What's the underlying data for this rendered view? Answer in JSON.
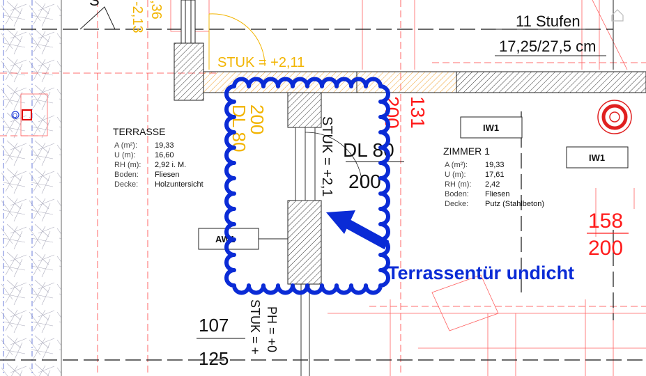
{
  "colors": {
    "accent_blue": "#0a2bd6",
    "dim_red": "#ff0000",
    "dim_yellow": "#f2b400",
    "line_gray": "#555555",
    "hatch_orange": "#f4b860"
  },
  "top_left": {
    "level_a": "-2,13",
    "level_b": ",36",
    "top_glyph": "S"
  },
  "stairs": {
    "steps": "11 Stufen",
    "ratio": "17,25/27,5 cm"
  },
  "stuk_top": "STUK = +2,11",
  "terrasse": {
    "title": "TERRASSE",
    "rows": [
      {
        "key": "A (m²):",
        "val": "19,33"
      },
      {
        "key": "U (m):",
        "val": "16,60"
      },
      {
        "key": "RH (m):",
        "val": "2,92 i. M."
      },
      {
        "key": "Boden:",
        "val": "Fliesen"
      },
      {
        "key": "Decke:",
        "val": "Holzuntersicht"
      }
    ]
  },
  "zimmer": {
    "title": "ZIMMER 1",
    "rows": [
      {
        "key": "A (m²):",
        "val": "19,33"
      },
      {
        "key": "U (m):",
        "val": "17,61"
      },
      {
        "key": "RH (m):",
        "val": "2,42"
      },
      {
        "key": "Boden:",
        "val": "Fliesen"
      },
      {
        "key": "Decke:",
        "val": "Putz (Stahlbeton)"
      }
    ]
  },
  "tags": {
    "iw1_a": "IW1",
    "iw1_b": "IW1",
    "aw1": "AW1"
  },
  "dims": {
    "dl80_left": "DL 80",
    "dl200_left": "200",
    "dl80_center": "DL 80",
    "dl200_center": "200",
    "stuk_vertical": "STUK = +2,1",
    "red_200": "200",
    "red_131": "131",
    "red_158": "158",
    "red_200b": "200",
    "bottom_107": "107",
    "bottom_125": "125",
    "bottom_stuk": "STUK = +",
    "bottom_ph": "PH = +0"
  },
  "annotation": "Terrassentür undicht",
  "marker_q": "Q"
}
